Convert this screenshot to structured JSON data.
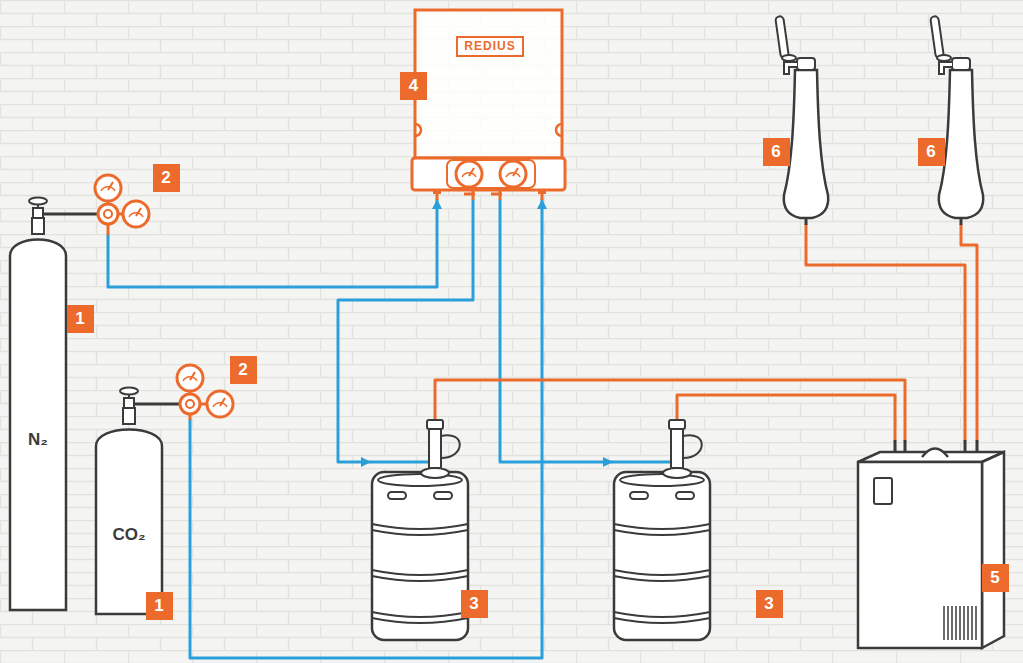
{
  "diagram": {
    "nodes": [
      {
        "text": [
          "N₂",
          "1"
        ]
      },
      {
        "text": [
          "CO₂",
          "1"
        ]
      },
      {
        "text": [
          "2"
        ]
      },
      {
        "text": [
          "2"
        ]
      },
      {
        "text": [
          "REDIUS",
          "4"
        ]
      },
      {
        "text": [
          "3"
        ]
      },
      {
        "text": [
          "3"
        ]
      },
      {
        "text": [
          "5"
        ]
      },
      {
        "text": [
          "6"
        ]
      },
      {
        "text": [
          "6"
        ]
      }
    ],
    "edges": [
      {
        "from": 2,
        "to": 4,
        "arrow": "to"
      },
      {
        "from": 3,
        "to": 4,
        "arrow": "to"
      },
      {
        "from": 4,
        "to": 5,
        "arrow": "to"
      },
      {
        "from": 4,
        "to": 6,
        "arrow": "to"
      },
      {
        "from": 5,
        "to": 7,
        "arrow": "none"
      },
      {
        "from": 6,
        "to": 7,
        "arrow": "none"
      },
      {
        "from": 7,
        "to": 8,
        "arrow": "none"
      },
      {
        "from": 7,
        "to": 9,
        "arrow": "none"
      }
    ]
  }
}
